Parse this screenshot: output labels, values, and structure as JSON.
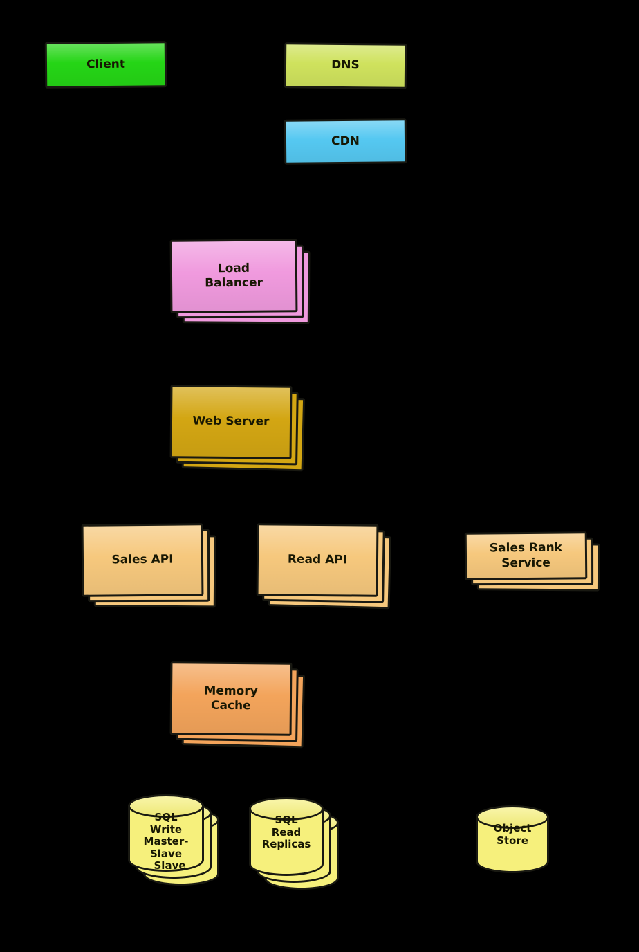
{
  "diagram": {
    "type": "system-architecture-diagram",
    "background_color": "#000000",
    "nodes": {
      "client": {
        "label": "Client",
        "color": "#25d516",
        "shape": "box"
      },
      "dns": {
        "label": "DNS",
        "color": "#cfe25d",
        "shape": "box"
      },
      "cdn": {
        "label": "CDN",
        "color": "#55c8f1",
        "shape": "box"
      },
      "load_balancer": {
        "label": "Load Balancer",
        "color": "#f09ade",
        "shape": "box-stack"
      },
      "web_server": {
        "label": "Web Server",
        "color": "#d3a613",
        "shape": "box-stack"
      },
      "sales_api": {
        "label": "Sales API",
        "color": "#f6c87d",
        "shape": "box-stack"
      },
      "read_api": {
        "label": "Read API",
        "color": "#f6c87d",
        "shape": "box-stack"
      },
      "sales_rank_service": {
        "label": "Sales Rank Service",
        "color": "#f6c87d",
        "shape": "box-stack"
      },
      "memory_cache": {
        "label": "Memory Cache",
        "color": "#f3a45b",
        "shape": "box-stack"
      },
      "sql_write_master_slave": {
        "label": "SQL Write Master-Slave",
        "peek_label": "Slave",
        "color": "#f6f07c",
        "shape": "cylinder-stack"
      },
      "sql_read_replicas": {
        "label": "SQL Read Replicas",
        "color": "#f6f07c",
        "shape": "cylinder-stack"
      },
      "object_store": {
        "label": "Object Store",
        "color": "#f6f07c",
        "shape": "cylinder"
      }
    }
  }
}
